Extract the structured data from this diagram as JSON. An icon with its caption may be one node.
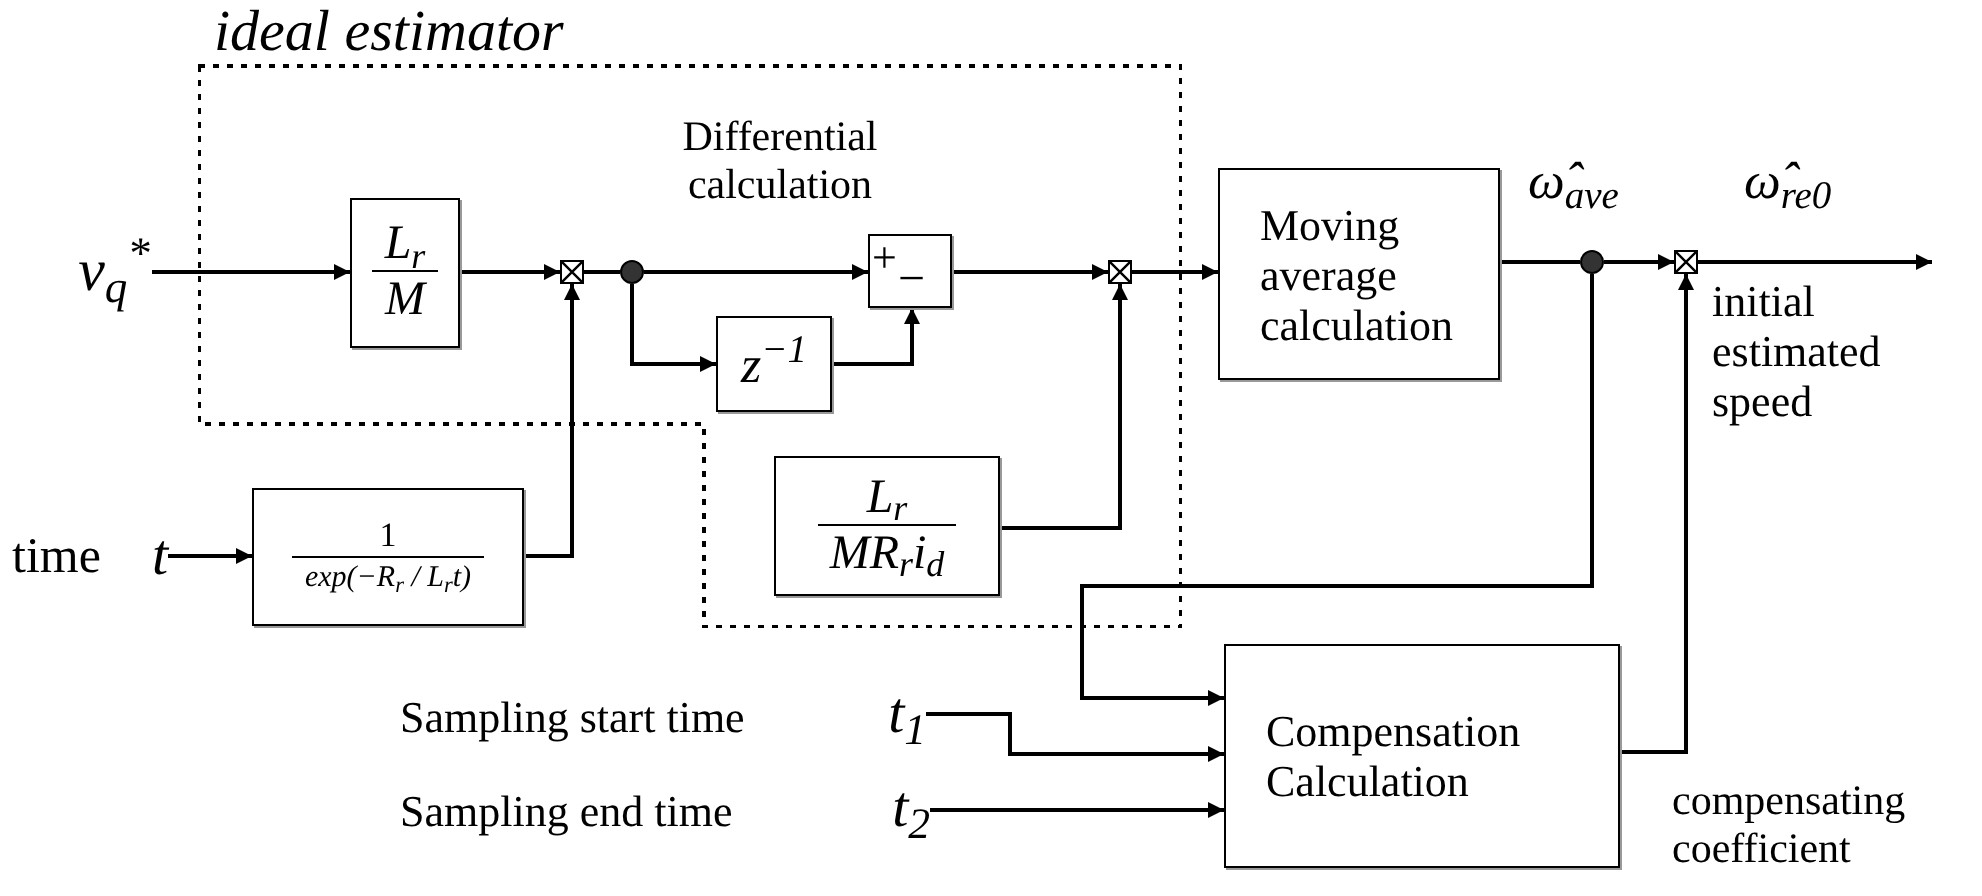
{
  "diagram": {
    "nodes": [
      {
        "text": [
          "ideal estimator"
        ]
      },
      {
        "text": [
          "v$_{q}$$^{*}$"
        ]
      },
      {
        "text": [
          "L$_{r}$",
          "M"
        ],
        "in": 0
      },
      {
        "text": [],
        "shape": "box",
        "in": 0
      },
      {
        "text": [],
        "shape": "circle",
        "in": 0
      },
      {
        "text": [
          "+",
          "−"
        ],
        "in": 0
      },
      {
        "text": [
          "z$^{−1}$"
        ],
        "in": 0
      },
      {
        "text": [],
        "shape": "box",
        "in": 0
      },
      {
        "text": [
          "L$_{r}$",
          "MR$_{r}$i$_{d}$"
        ],
        "in": 0
      },
      {
        "text": [
          "time",
          "t"
        ]
      },
      {
        "text": [
          "1",
          "exp(−R$_{r}$ / L$_{r}$t)"
        ]
      },
      {
        "text": [
          "Moving average calculation"
        ]
      },
      {
        "text": [],
        "shape": "circle"
      },
      {
        "text": [],
        "shape": "box"
      },
      {
        "text": [
          "Sampling start time",
          "t$_{1}$"
        ]
      },
      {
        "text": [
          "Sampling end time",
          "t$_{2}$"
        ]
      },
      {
        "text": [
          "Compensation Calculation"
        ]
      }
    ],
    "edges": [
      {
        "from": 1,
        "to": 2,
        "arrow": "to"
      },
      {
        "from": 2,
        "to": 3,
        "arrow": "to"
      },
      {
        "from": 9,
        "to": 10,
        "arrow": "to"
      },
      {
        "from": 10,
        "to": 3,
        "arrow": "to"
      },
      {
        "from": 3,
        "to": 4,
        "arrow": "none"
      },
      {
        "from": 4,
        "to": 5,
        "arrow": "to"
      },
      {
        "from": 4,
        "to": 6,
        "arrow": "to"
      },
      {
        "from": 6,
        "to": 5,
        "arrow": "to"
      },
      {
        "from": 5,
        "to": 7,
        "arrow": "to"
      },
      {
        "from": 8,
        "to": 7,
        "arrow": "to"
      },
      {
        "from": 7,
        "to": 11,
        "arrow": "to"
      },
      {
        "from": 11,
        "to": 12,
        "arrow": "none"
      },
      {
        "from": 12,
        "to": 13,
        "arrow": "to"
      },
      {
        "from": 12,
        "to": 16,
        "arrow": "to"
      },
      {
        "from": 14,
        "to": 16,
        "arrow": "to"
      },
      {
        "from": 15,
        "to": 16,
        "arrow": "to"
      },
      {
        "from": 16,
        "to": 13,
        "arrow": "to"
      },
      {
        "from": 13,
        "to": null,
        "arrow": "to"
      }
    ],
    "labels": [
      "Differential calculation",
      "ω̂$_{ave}$",
      "ω̂$_{re0}$",
      "initial estimated speed",
      "compensating coefficient"
    ]
  }
}
